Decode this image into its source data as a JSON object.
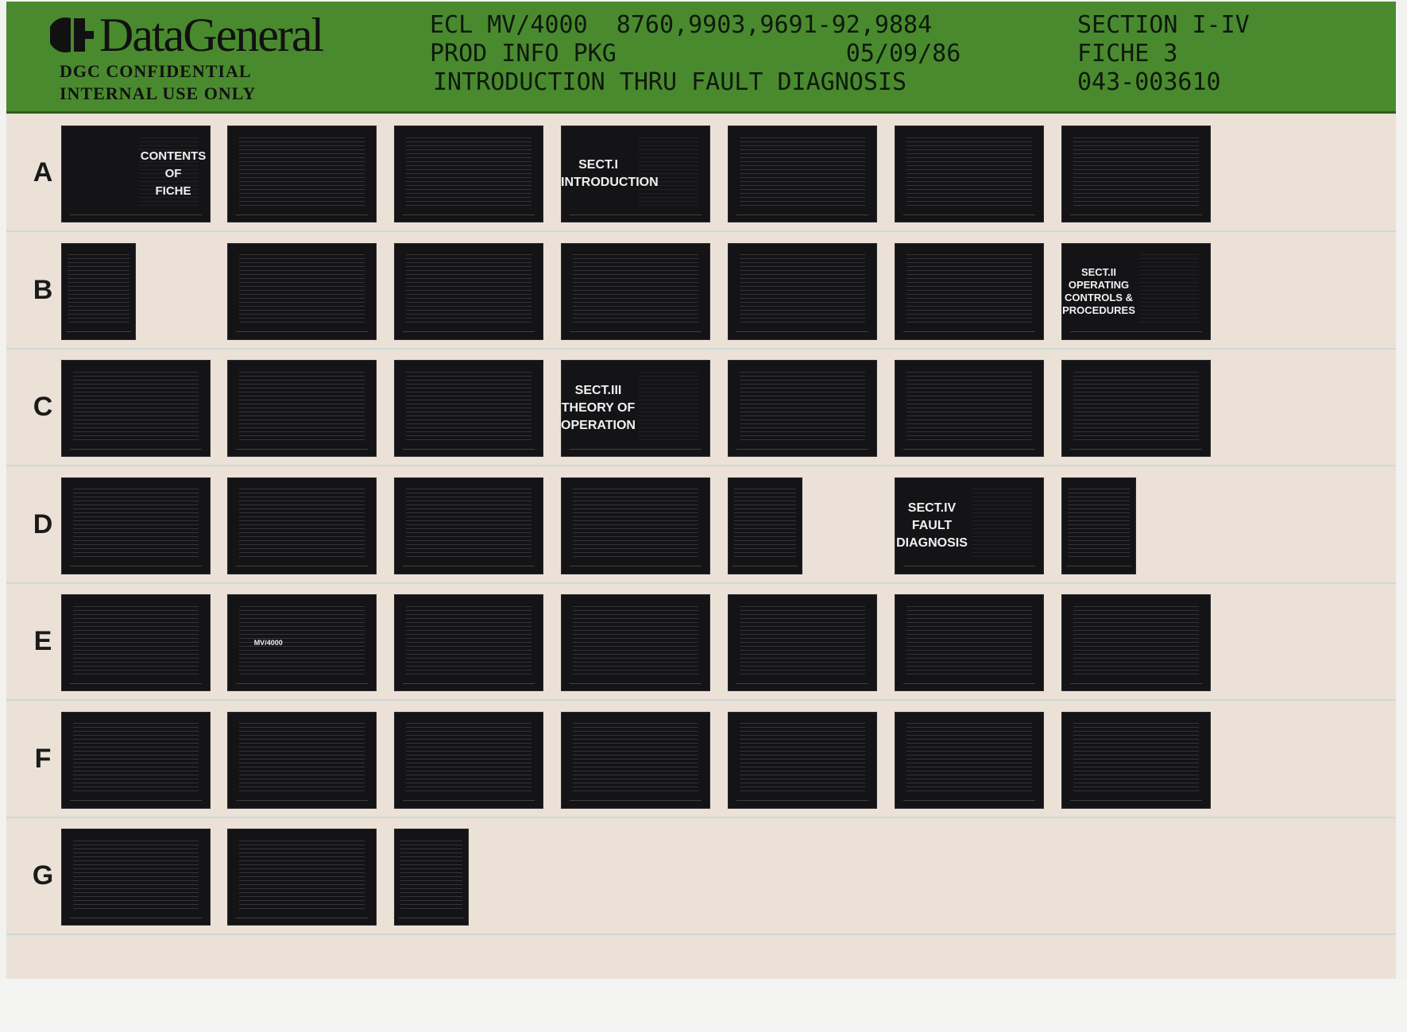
{
  "header": {
    "brand": "DataGeneral",
    "confidential_1": "DGC CONFIDENTIAL",
    "confidential_2": "INTERNAL USE ONLY",
    "line1": "ECL MV/4000  8760,9903,9691-92,9884",
    "line2": "PROD INFO PKG                05/09/86",
    "line3": "INTRODUCTION THRU FAULT DIAGNOSIS",
    "section": "SECTION I-IV",
    "fiche": "FICHE 3",
    "part_number": "043-003610"
  },
  "colors": {
    "header_green": "#4a8a2e",
    "sheet": "#ece1d7",
    "frame": "#141417"
  },
  "rows": [
    {
      "letter": "A",
      "frames": [
        {
          "kind": "cover",
          "text": "CONTENTS\nOF\nFICHE"
        },
        {
          "kind": "table"
        },
        {
          "kind": "table"
        },
        {
          "kind": "section",
          "text": "SECT.I\nINTRODUCTION"
        },
        {
          "kind": "figure"
        },
        {
          "kind": "figure"
        },
        {
          "kind": "text"
        }
      ]
    },
    {
      "letter": "B",
      "frames": [
        {
          "kind": "narrow"
        },
        {
          "kind": "table"
        },
        {
          "kind": "table"
        },
        {
          "kind": "table"
        },
        {
          "kind": "table"
        },
        {
          "kind": "table"
        },
        {
          "kind": "section",
          "text": "SECT.II\nOPERATING\nCONTROLS &\nPROCEDURES"
        }
      ]
    },
    {
      "letter": "C",
      "frames": [
        {
          "kind": "figure"
        },
        {
          "kind": "figure"
        },
        {
          "kind": "text"
        },
        {
          "kind": "section",
          "text": "SECT.III\nTHEORY OF\nOPERATION"
        },
        {
          "kind": "figure"
        },
        {
          "kind": "figure"
        },
        {
          "kind": "text"
        }
      ]
    },
    {
      "letter": "D",
      "frames": [
        {
          "kind": "text"
        },
        {
          "kind": "figure"
        },
        {
          "kind": "text"
        },
        {
          "kind": "text"
        },
        {
          "kind": "narrow"
        },
        {
          "kind": "section",
          "text": "SECT.IV\nFAULT\nDIAGNOSIS"
        },
        {
          "kind": "narrow"
        }
      ]
    },
    {
      "letter": "E",
      "frames": [
        {
          "kind": "figure"
        },
        {
          "kind": "figure",
          "text": "MV/4000"
        },
        {
          "kind": "table"
        },
        {
          "kind": "text"
        },
        {
          "kind": "text"
        },
        {
          "kind": "text"
        },
        {
          "kind": "text"
        }
      ]
    },
    {
      "letter": "F",
      "frames": [
        {
          "kind": "text"
        },
        {
          "kind": "text"
        },
        {
          "kind": "table"
        },
        {
          "kind": "table"
        },
        {
          "kind": "figure"
        },
        {
          "kind": "text"
        },
        {
          "kind": "text"
        }
      ]
    },
    {
      "letter": "G",
      "frames": [
        {
          "kind": "table"
        },
        {
          "kind": "table"
        },
        {
          "kind": "narrow"
        }
      ]
    }
  ]
}
